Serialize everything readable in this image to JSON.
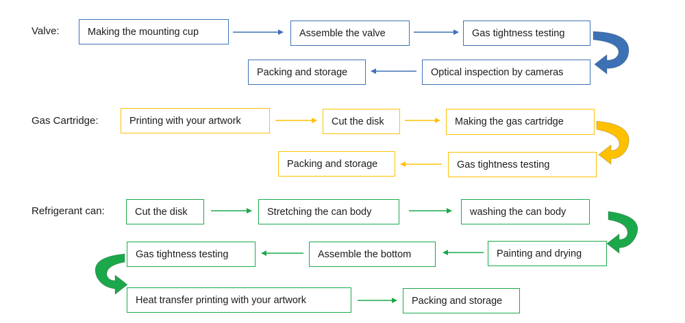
{
  "colors": {
    "valve": "#3d71b5",
    "gas": "#ffc000",
    "refrigerant": "#1aa84a",
    "text": "#1a1a1a"
  },
  "sections": [
    {
      "label": "Valve:",
      "color": "valve",
      "steps": [
        "Making the mounting cup",
        "Assemble the valve",
        "Gas tightness testing",
        "Optical inspection by cameras",
        "Packing and storage"
      ]
    },
    {
      "label": "Gas Cartridge:",
      "color": "gas",
      "steps": [
        "Printing with your artwork",
        "Cut the disk",
        "Making the gas cartridge",
        "Gas tightness testing",
        "Packing and storage"
      ]
    },
    {
      "label": "Refrigerant can:",
      "color": "refrigerant",
      "steps": [
        "Cut the disk",
        "Stretching the can body",
        "washing the can body",
        "Painting and drying",
        "Assemble the bottom",
        "Gas tightness testing",
        "Heat transfer printing with your artwork",
        "Packing and storage"
      ]
    }
  ]
}
